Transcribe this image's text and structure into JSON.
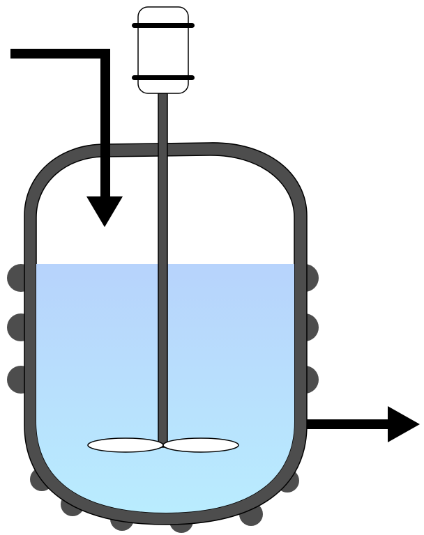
{
  "diagram": {
    "subject": "stirred-tank-reactor",
    "components": [
      "motor",
      "agitator-shaft",
      "impeller",
      "vessel",
      "cooling-jacket",
      "liquid",
      "inlet-arrow",
      "outlet-arrow"
    ]
  },
  "colors": {
    "wall": "#4d4d4d",
    "outline": "#000000",
    "liquid_top": "#b7d3fc",
    "liquid_bottom": "#b9ecfe",
    "arrow": "#000000",
    "motor_fill": "#ffffff",
    "impeller_fill": "#ffffff"
  }
}
